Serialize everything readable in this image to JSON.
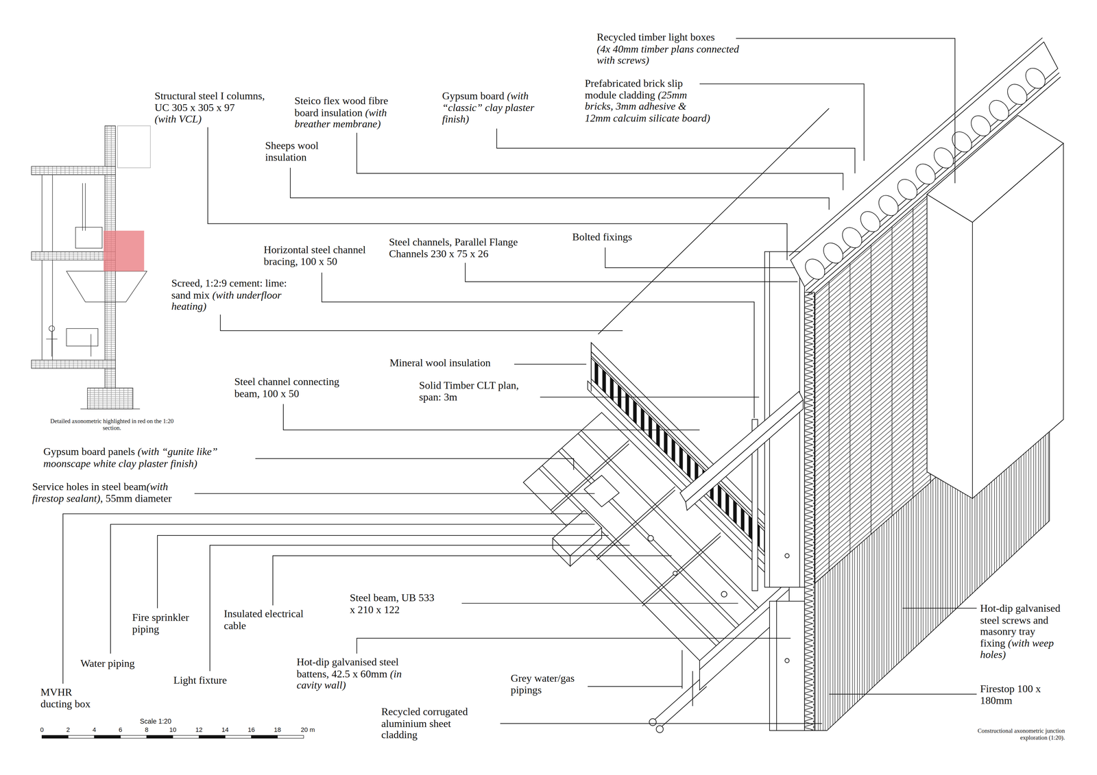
{
  "diagram": {
    "caption": "Constructional axonometric junction exploration (1:20).",
    "labels": [
      "Recycled timber light boxes",
      "(4x 40mm timber plans connected with screws)",
      "Prefabricated brick slip module cladding",
      "(25mm bricks, 3mm adhesive & 12mm calcuim silicate board)",
      "Structural steel I columns, UC 305 x 305 x 97",
      "(with VCL)",
      "Steico flex wood fibre board insulation",
      "(with breather membrane)",
      "Gypsum board",
      "(with “classic” clay plaster finish)",
      "Sheeps wool insulation",
      "Bolted fixings",
      "Horizontal steel channel bracing, 100 x 50",
      "Steel channels, Parallel Flange Channels 230 x 75 x 26",
      "Screed, 1:2:9 cement: lime: sand mix",
      "(with underfloor heating)",
      "Mineral wool insulation",
      "Solid Timber CLT plan, span: 3m",
      "Steel channel connecting beam, 100 x 50",
      "Gypsum board panels",
      "(with “gunite like” moonscape white clay plaster finish)",
      "Service holes in steel beam",
      "(with firestop sealant)",
      ", 55mm diameter",
      "Fire sprinkler piping",
      "Insulated electrical cable",
      "Water piping",
      "Light fixture",
      "MVHR ducting box",
      "Steel beam, UB 533 x 210 x 122",
      "Hot-dip galvanised steel battens, 42.5 x 60mm",
      "(in cavity wall)",
      "Grey water/gas pipings",
      "Recycled corrugated aluminium sheet cladding",
      "Hot-dip galvanised steel screws and masonry tray fixing",
      "(with weep holes)",
      "Firestop 100 x 180mm",
      "Detailed axonometric highlighted in red on the 1:20 section.",
      "Scale 1:20",
      "0",
      "2",
      "4",
      "6",
      "8",
      "10",
      "12",
      "14",
      "16",
      "18",
      "20 m"
    ]
  }
}
